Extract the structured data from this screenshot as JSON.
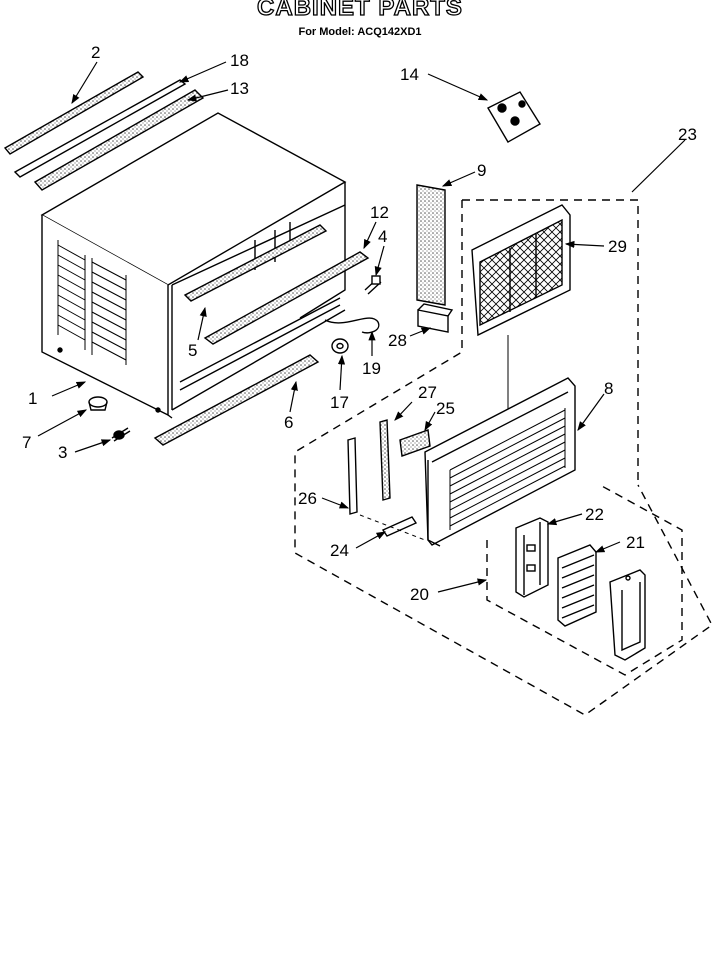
{
  "header": {
    "title": "CABINET PARTS",
    "subtitle": "For Model: ACQ142XD1"
  },
  "callouts": {
    "c1": "1",
    "c2": "2",
    "c3": "3",
    "c4": "4",
    "c5": "5",
    "c6": "6",
    "c7": "7",
    "c8": "8",
    "c9": "9",
    "c12": "12",
    "c13": "13",
    "c14": "14",
    "c17": "17",
    "c18": "18",
    "c19": "19",
    "c20": "20",
    "c21": "21",
    "c22": "22",
    "c23": "23",
    "c24": "24",
    "c25": "25",
    "c26": "26",
    "c27": "27",
    "c28": "28",
    "c29": "29"
  },
  "colors": {
    "ink": "#000000",
    "paper": "#ffffff",
    "stipple": "#9a9a9a"
  }
}
